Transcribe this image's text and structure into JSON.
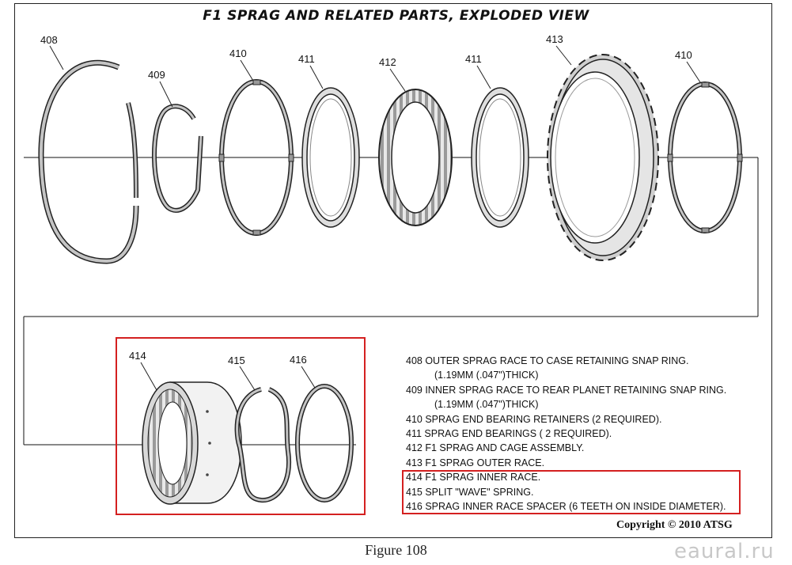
{
  "title": "F1 SPRAG AND RELATED PARTS, EXPLODED VIEW",
  "parts_top": [
    {
      "num": "408"
    },
    {
      "num": "409"
    },
    {
      "num": "410"
    },
    {
      "num": "411"
    },
    {
      "num": "412"
    },
    {
      "num": "411"
    },
    {
      "num": "413"
    },
    {
      "num": "410"
    }
  ],
  "parts_bottom": [
    {
      "num": "414"
    },
    {
      "num": "415"
    },
    {
      "num": "416"
    }
  ],
  "legend": [
    {
      "text": "408  OUTER SPRAG RACE TO CASE RETAINING SNAP RING."
    },
    {
      "text": "(1.19MM (.047\")THICK)",
      "indent": true
    },
    {
      "text": "409  INNER SPRAG RACE TO REAR PLANET RETAINING SNAP RING."
    },
    {
      "text": "(1.19MM (.047\")THICK)",
      "indent": true
    },
    {
      "text": "410  SPRAG END BEARING RETAINERS  (2 REQUIRED)."
    },
    {
      "text": "411  SPRAG END BEARINGS  ( 2 REQUIRED)."
    },
    {
      "text": "412  F1 SPRAG AND CAGE ASSEMBLY."
    },
    {
      "text": "413  F1 SPRAG OUTER RACE."
    },
    {
      "text": "414  F1 SPRAG INNER RACE."
    },
    {
      "text": "415  SPLIT \"WAVE\" SPRING."
    },
    {
      "text": "416  SPRAG INNER RACE SPACER  (6 TEETH ON INSIDE DIAMETER)."
    }
  ],
  "copyright": "Copyright © 2010 ATSG",
  "figure_caption": "Figure 108",
  "watermark": "eaural.ru",
  "colors": {
    "ring_fill": "#bdbdbd",
    "outline": "#222222",
    "highlight": "#d42020"
  }
}
